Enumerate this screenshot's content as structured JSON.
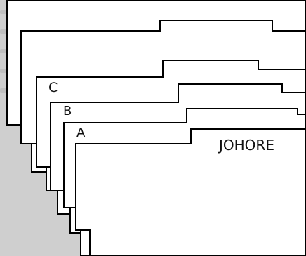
{
  "folders": [
    {
      "id": "folder-c",
      "label": "C"
    },
    {
      "id": "folder-b",
      "label": "B"
    },
    {
      "id": "folder-a",
      "label": "A"
    },
    {
      "id": "folder-johore",
      "label": "JOHORE"
    }
  ],
  "colors": {
    "card_fill": "#ffffff",
    "card_stroke": "#000000",
    "background": "#cfcfcf"
  }
}
